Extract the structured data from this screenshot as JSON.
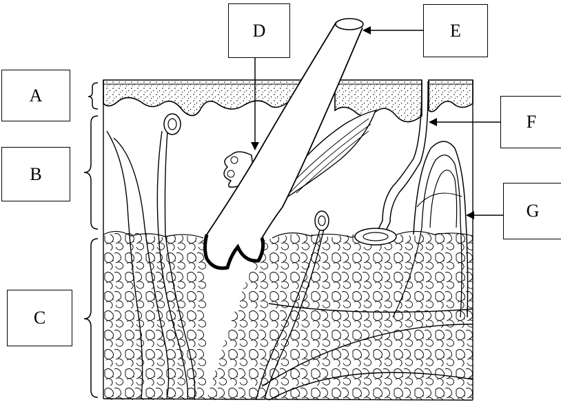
{
  "labels": {
    "a": "A",
    "b": "B",
    "c": "C",
    "d": "D",
    "e": "E",
    "f": "F",
    "g": "G"
  },
  "colors": {
    "ink": "#000000",
    "paper": "#ffffff"
  }
}
